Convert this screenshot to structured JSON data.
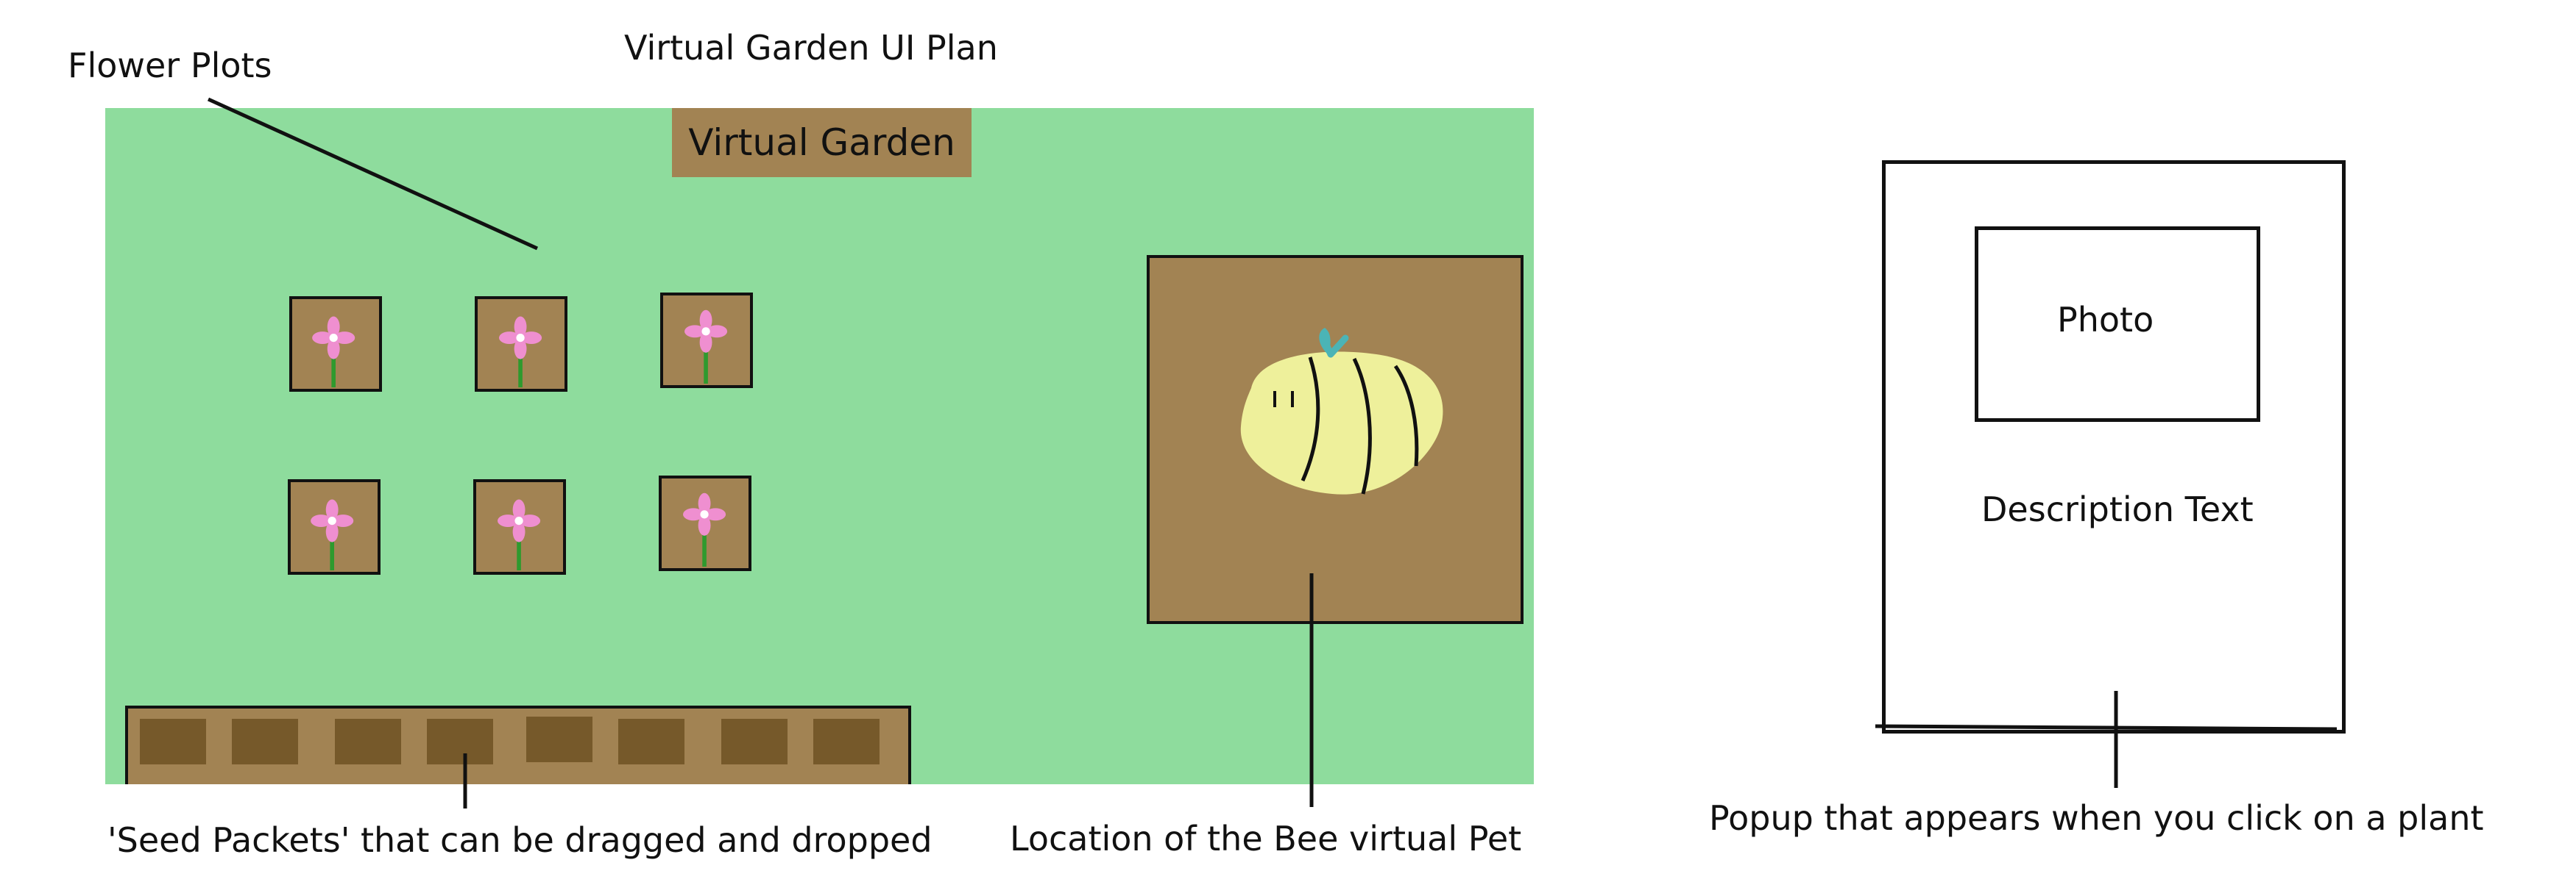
{
  "plan_title": "Virtual Garden UI Plan",
  "garden": {
    "title": "Virtual Garden",
    "background_color": "#8edc9d",
    "soil_color": "#a28353",
    "plot_count": 6,
    "seed_packet_count": 8
  },
  "annotations": {
    "flower_plots": "Flower Plots",
    "seed_packets": "'Seed Packets' that can be dragged and dropped",
    "bee_location": "Location of the Bee virtual Pet",
    "popup": "Popup that appears when you click on a plant"
  },
  "popup": {
    "photo_label": "Photo",
    "description_label": "Description Text"
  },
  "icons": {
    "flower": "flower-icon",
    "bee": "bee-icon"
  }
}
